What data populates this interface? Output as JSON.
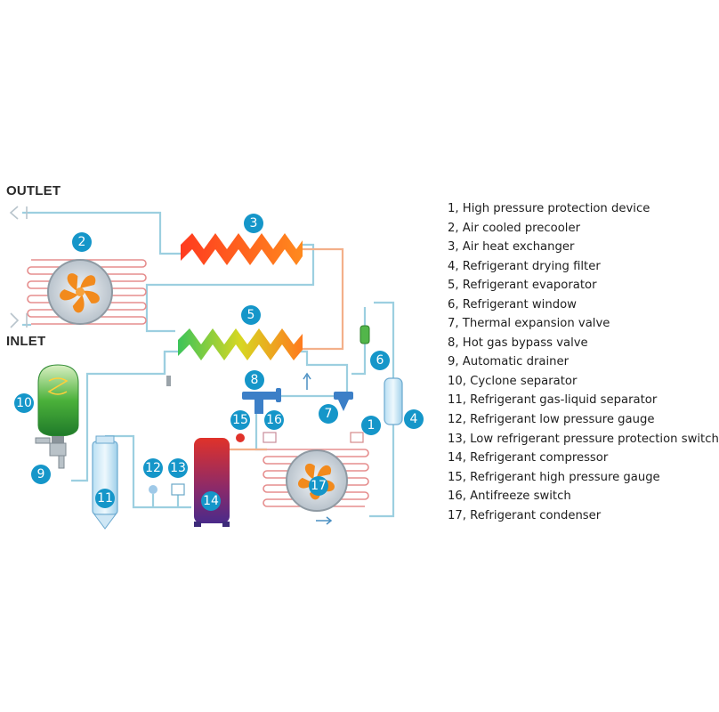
{
  "labels": {
    "outlet": "OUTLET",
    "inlet": "INLET"
  },
  "badges": [
    "1",
    "2",
    "3",
    "4",
    "5",
    "6",
    "7",
    "8",
    "9",
    "10",
    "11",
    "12",
    "13",
    "14",
    "15",
    "16",
    "17"
  ],
  "legend": [
    "1, High pressure protection device",
    "2, Air cooled precooler",
    "3, Air heat exchanger",
    "4, Refrigerant drying filter",
    "5, Refrigerant evaporator",
    "6, Refrigerant window",
    "7, Thermal expansion valve",
    "8, Hot gas bypass valve",
    "9, Automatic drainer",
    "10, Cyclone separator",
    "11, Refrigerant gas-liquid separator",
    "12, Refrigerant low pressure gauge",
    "13, Low refrigerant pressure protection switch",
    "14, Refrigerant compressor",
    "15, Refrigerant high pressure gauge",
    "16, Antifreeze switch",
    "17, Refrigerant condenser"
  ],
  "colors": {
    "badge": "#1596c9",
    "pipe": "#9ccfe0",
    "hot_pipe": "#f3b08a",
    "coil": "#e58d8d"
  }
}
